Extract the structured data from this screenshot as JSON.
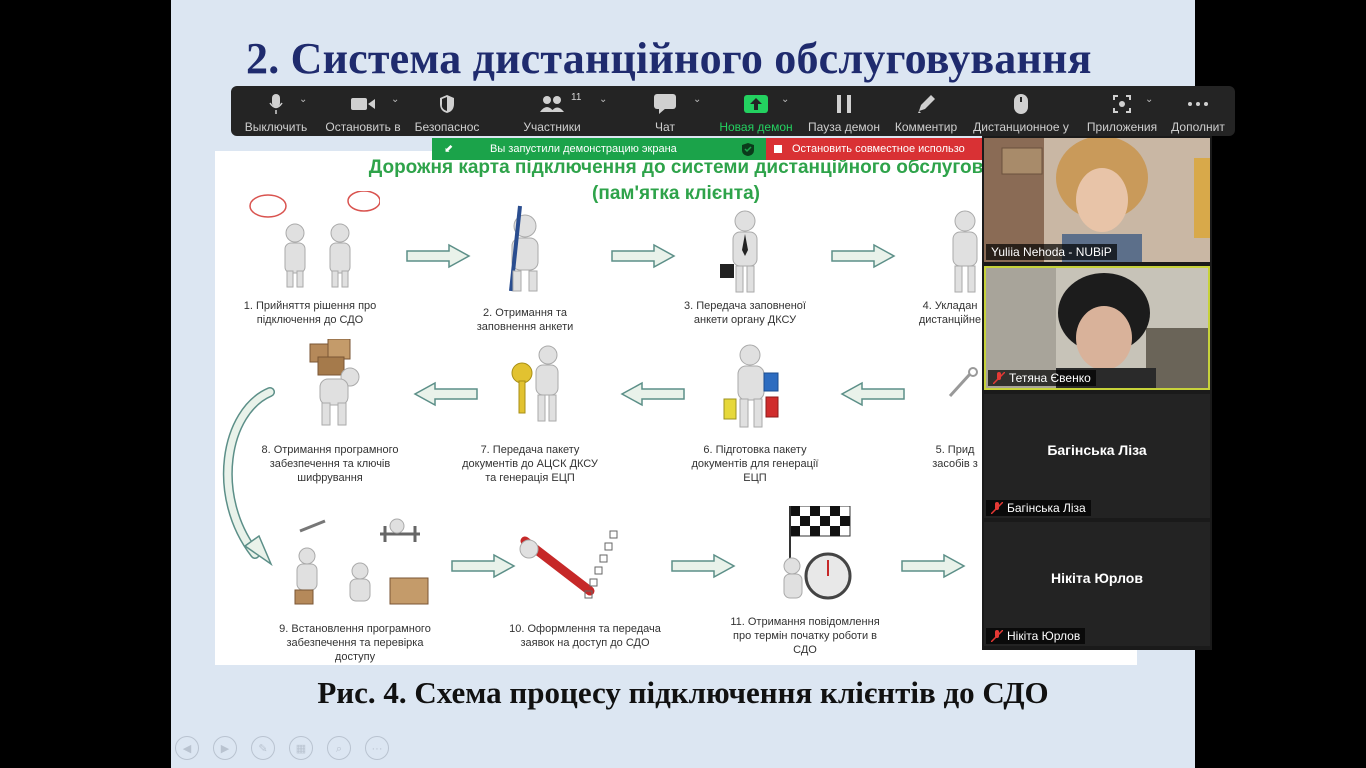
{
  "slide": {
    "title": "2. Система дистанційного обслуговування",
    "caption": "Рис. 4. Схема процесу підключення клієнтів до СДО",
    "roadmap": {
      "title": "Дорожня карта підключення до системи дистанційного обслугов",
      "subtitle": "(пам'ятка клієнта)",
      "steps": [
        "1. Прийняття рішення про\nпідключення до СДО",
        "2. Отримання та\nзаповнення анкети",
        "3. Передача заповненої\nанкети органу ДКСУ",
        "4. Укладан\nдистанційне",
        "5. Прид\nзасобів з",
        "6. Підготовка пакету\nдокументів для генерації\nЕЦП",
        "7. Передача пакету\nдокументів до АЦСК ДКСУ\nта генерація ЕЦП",
        "8. Отримання програмного\nзабезпечення та ключів\nшифрування",
        "9. Встановлення програмного\nзабезпечення та перевірка\nдоступу",
        "10. Оформлення та передача\nзаявок на доступ до СДО",
        "11. Отримання повідомлення\nпро термін початку роботи в\nСДО"
      ]
    }
  },
  "toolbar": {
    "mute": "Выключить",
    "video": "Остановить в",
    "security": "Безопаснос",
    "participants": "Участники",
    "participants_count": "11",
    "chat": "Чат",
    "new_share": "Новая демон",
    "pause_share": "Пауза демон",
    "annotate": "Комментир",
    "remote_control": "Дистанционное у",
    "apps": "Приложения",
    "more": "Дополнит"
  },
  "share_banner": {
    "status": "Вы запустили демонстрацию экрана",
    "stop": "Остановить совместное использо"
  },
  "participants": [
    {
      "name": "Yuliia Nehoda - NUBiP",
      "muted": false,
      "video": true
    },
    {
      "name": "Тетяна Євенко",
      "muted": true,
      "video": true
    },
    {
      "name": "Багінська Ліза",
      "display": "Багінська Ліза",
      "muted": true,
      "video": false
    },
    {
      "name": "Нікіта Юрлов",
      "display": "Нікіта Юрлов",
      "muted": true,
      "video": false
    }
  ],
  "colors": {
    "slide_bg": "#dce6f2",
    "title": "#1f2b6e",
    "roadmap_green": "#2ea34a",
    "toolbar_bg": "#242424",
    "share_green": "#1ba34a",
    "stop_red": "#d93134"
  }
}
